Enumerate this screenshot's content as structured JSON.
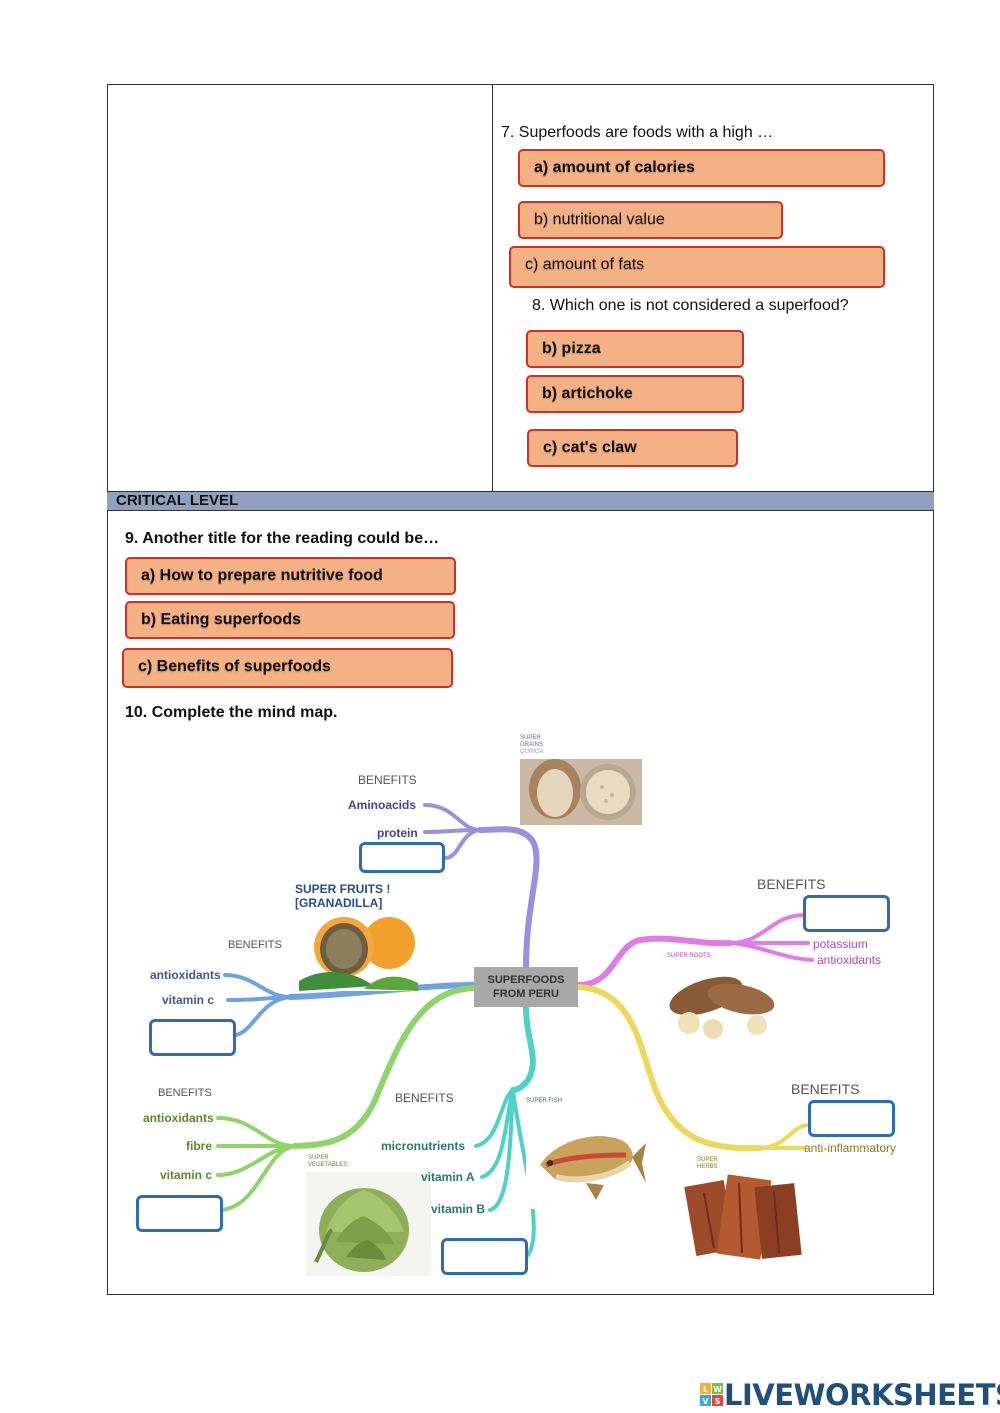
{
  "q7": {
    "question": "7. Superfoods are foods with a high …",
    "options": [
      "a) amount of calories",
      "b)   nutritional value",
      "c)  amount of fats"
    ]
  },
  "q8": {
    "question": "8. Which one is not considered a superfood?",
    "options": [
      "b)  pizza",
      "b)  artichoke",
      "c) cat's claw"
    ]
  },
  "critical_label": "CRITICAL LEVEL",
  "q9": {
    "question": "9. Another title for the reading could be…",
    "options": [
      "a) How to prepare nutritive food",
      "b) Eating superfoods",
      "c) Benefits of superfoods"
    ]
  },
  "q10": {
    "question": "10. Complete the mind map."
  },
  "mindmap": {
    "center": [
      "SUPERFOODS",
      "FROM PERU"
    ],
    "grains": {
      "caption": [
        "SUPER",
        "GRAINS",
        "QUINOA"
      ],
      "benefits": "BENEFITS",
      "items": [
        "Aminoacids",
        "protein"
      ]
    },
    "fruits": {
      "caption": [
        "SUPER FRUITS !",
        "[GRANADILLA]"
      ],
      "benefits": "BENEFITS",
      "items": [
        "antioxidants",
        "vitamin c"
      ]
    },
    "vegetables": {
      "caption": [
        "SUPER",
        "VEGETABLES"
      ],
      "benefits": "BENEFITS",
      "items": [
        "antioxidants",
        "fibre",
        "vitamin c"
      ]
    },
    "fish": {
      "caption": "SUPER FISH",
      "benefits": "BENEFITS",
      "items": [
        "micronutrients",
        "vitamin A",
        "vitamin B"
      ]
    },
    "roots": {
      "caption": "SUPER ROOTS",
      "benefits": "BENEFITS",
      "items": [
        "potassium",
        "antioxidants"
      ]
    },
    "herbs": {
      "caption": [
        "SUPER",
        "HERBS"
      ],
      "benefits": "BENEFITS",
      "items": [
        "anti-inflammatory"
      ]
    },
    "colors": {
      "grains": "#9b8fe0",
      "fruits": "#6fa2e0",
      "vegetables": "#8fd36a",
      "fish": "#4fd1c5",
      "roots": "#e07be8",
      "herbs": "#ecd85a",
      "blank_border": "#2e6db4"
    }
  },
  "brand": {
    "name": "LIVEWORKSHEETS",
    "badge": [
      "L",
      "W",
      "V",
      "S"
    ]
  }
}
